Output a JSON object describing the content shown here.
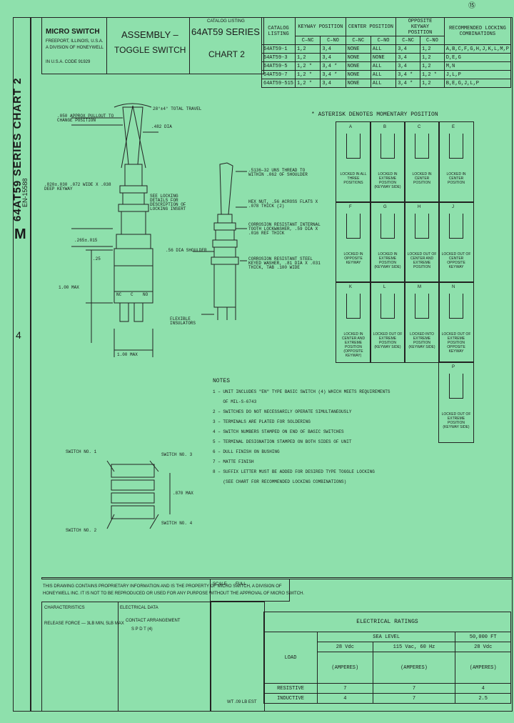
{
  "corner_mark": "⑮",
  "title_block": {
    "company": "MICRO SWITCH",
    "company_sub1": "FREEPORT, ILLINOIS, U.S.A.",
    "company_sub2": "A DIVISION OF HONEYWELL",
    "company_sub3": "IN U.S.A. CODE 91929",
    "assembly_line1": "ASSEMBLY –",
    "assembly_line2": "TOGGLE SWITCH",
    "listing_label": "CATALOG LISTING",
    "series": "64AT59 SERIES",
    "chart": "CHART 2"
  },
  "catalog_table": {
    "headers": [
      "CATALOG LISTING",
      "KEYWAY POSITION",
      "CENTER POSITION",
      "OPPOSITE KEYWAY POSITION",
      "RECOMMENDED LOCKING COMBINATIONS"
    ],
    "subheaders": [
      "C–NC",
      "C–NO",
      "C–NC",
      "C–NO",
      "C–NC",
      "C–NO"
    ],
    "rows": [
      [
        "64AT59-1",
        "1,2",
        "3,4",
        "NONE",
        "ALL",
        "3,4",
        "1,2",
        "A,B,C,F,G,H,J,K,L,M,P"
      ],
      [
        "64AT59-3",
        "1,2",
        "3,4",
        "NONE",
        "NONE",
        "3,4",
        "1,2",
        "D,E,G"
      ],
      [
        "64AT59-5",
        "1,2 *",
        "3,4 *",
        "NONE",
        "ALL",
        "3,4",
        "1,2",
        "M,N"
      ],
      [
        "64AT59-7",
        "1,2 *",
        "3,4 *",
        "NONE",
        "ALL",
        "3,4 *",
        "1,2 *",
        "J,L,P"
      ],
      [
        "64AT59-515",
        "1,2 *",
        "3,4",
        "NONE",
        "ALL",
        "3,4 *",
        "1,2",
        "B,E,G,J,L,P"
      ]
    ],
    "footnote": "* ASTERISK DENOTES MOMENTARY POSITION"
  },
  "locking_grid": [
    {
      "letter": "A",
      "caption": "LOCKED IN ALL THREE POSITIONS"
    },
    {
      "letter": "B",
      "caption": "LOCKED IN EXTREME POSITION (KEYWAY SIDE)"
    },
    {
      "letter": "C",
      "caption": "LOCKED IN CENTER POSITION"
    },
    {
      "letter": "E",
      "caption": "LOCKED IN CENTER POSITION"
    },
    {
      "letter": "F",
      "caption": "LOCKED IN OPPOSITE KEYWAY"
    },
    {
      "letter": "G",
      "caption": "LOCKED IN EXTREME POSITION (KEYWAY SIDE)"
    },
    {
      "letter": "H",
      "caption": "LOCKED OUT OF CENTER AND EXTREME POSITION"
    },
    {
      "letter": "J",
      "caption": "LOCKED OUT OF CENTER OPPOSITE KEYWAY"
    },
    {
      "letter": "K",
      "caption": "LOCKED IN CENTER AND EXTREME POSITION (OPPOSITE KEYWAY)"
    },
    {
      "letter": "L",
      "caption": "LOCKED OUT OF EXTREME POSITION (KEYWAY SIDE)"
    },
    {
      "letter": "M",
      "caption": "LOCKED INTO EXTREME POSITION (KEYWAY SIDE)"
    },
    {
      "letter": "N",
      "caption": "LOCKED OUT OF EXTREME POSITION OPPOSITE KEYWAY"
    },
    {
      "letter": "P",
      "caption": "LOCKED OUT OF EXTREME POSITION (KEYWAY SIDE)"
    }
  ],
  "drawing_labels": {
    "travel": "28°±4° TOTAL TRAVEL",
    "dia": ".482 DIA",
    "pullout": ".050 APPROX PULLOUT TO CHANGE POSITION",
    "keyway": ".820±.030  .072 WIDE X .038 DEEP KEYWAY",
    "see_locking": "SEE LOCKING DETAILS FOR DESCRIPTION OF LOCKING INSERT",
    "dim_265": ".265±.015",
    "dim_25": ".25",
    "dim_100": "1.00 MAX",
    "dim_100w": "1.00 MAX",
    "thread": ".5136–32 UNS THREAD TO WITHIN .062 OF SHOULDER",
    "hex": "HEX NUT, .56 ACROSS FLATS X .078 THICK (2)",
    "lockwasher": "CORROSION RESISTANT INTERNAL TOOTH LOCKWASHER, .59 DIA X .016 REF THICK",
    "shoulder": ".56 DIA SHOULDER",
    "keyed_washer": "CORROSION RESISTANT STEEL KEYED WASHER, .81 DIA X .031 THICK, TAB .100 WIDE",
    "flexible": "FLEXIBLE INSULATORS",
    "sw1": "SWITCH NO. 1",
    "sw2": "SWITCH NO. 2",
    "sw3": "SWITCH NO. 3",
    "sw4": "SWITCH NO. 4",
    "dim_870": ".870 MAX",
    "nc": "NC",
    "c": "C",
    "no": "NO"
  },
  "notes": {
    "title": "NOTES",
    "items": [
      "1 – UNIT INCLUDES \"EN\" TYPE BASIC SWITCH (4) WHICH MEETS REQUIREMENTS",
      "    OF MIL-S-6743",
      "2 – SWITCHES DO NOT NECESSARILY OPERATE SIMULTANEOUSLY",
      "3 – TERMINALS ARE PLATED FOR SOLDERING",
      "4 – SWITCH NUMBERS STAMPED ON END OF BASIC SWITCHES",
      "5 – TERMINAL DESIGNATION STAMPED ON BOTH SIDES OF UNIT",
      "6 – DULL FINISH ON BUSHING",
      "7 – MATTE FINISH",
      "8 – SUFFIX LETTER MUST BE ADDED FOR DESIRED TYPE TOGGLE LOCKING",
      "    (SEE CHART FOR RECOMMENDED LOCKING COMBINATIONS)"
    ]
  },
  "bottom": {
    "proprietary1": "THIS DRAWING CONTAINS PROPRIETARY INFORMATION AND IS THE PROPERTY OF MICRO SWITCH, A DIVISION OF",
    "proprietary2": "HONEYWELL INC. IT IS NOT TO BE REPRODUCED OR USED FOR ANY PURPOSE WITHOUT THE APPROVAL OF MICRO SWITCH.",
    "scale_label": "SCALE",
    "scale_value": "FULL",
    "characteristics": "CHARACTERISTICS",
    "electrical": "ELECTRICAL DATA",
    "release": "RELEASE FORCE — 3LB MIN, 5LB MAX",
    "contact": "CONTACT ARRANGEMENT",
    "spdt": "S P D T (4)",
    "weight": "WT .09 LB EST",
    "left_vertical": "64AT59 SERIES CHART 2",
    "drawing_no": "EN-15588",
    "m_mark": "M",
    "issue": "4"
  },
  "electrical_ratings": {
    "title": "ELECTRICAL RATINGS",
    "load_label": "LOAD",
    "sea_level": "SEA LEVEL",
    "altitude": "50,000 FT",
    "col1": "28 Vdc",
    "col2": "115 Vac, 60 Hz",
    "col3": "28 Vdc",
    "unit": "(AMPERES)",
    "rows": [
      {
        "load": "RESISTIVE",
        "v1": "7",
        "v2": "7",
        "v3": "4"
      },
      {
        "load": "INDUCTIVE",
        "v1": "4",
        "v2": "7",
        "v3": "2.5"
      }
    ]
  }
}
